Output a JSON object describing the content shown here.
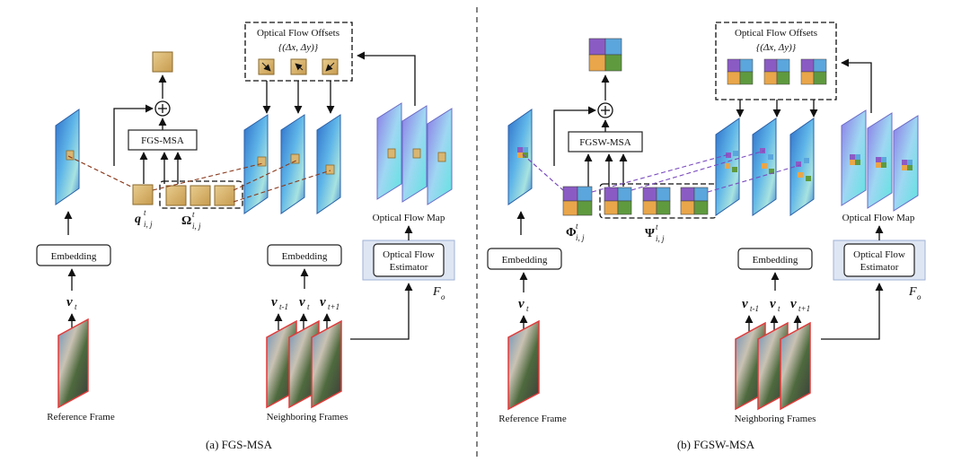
{
  "left": {
    "offsets_title": "Optical Flow Offsets",
    "offsets_formula": "{(Δx, Δy)}",
    "msa_label": "FGS-MSA",
    "embedding_ref": "Embedding",
    "embedding_nbr": "Embedding",
    "flow_map_label": "Optical Flow Map",
    "estimator_line1": "Optical Flow",
    "estimator_line2": "Estimator",
    "estimator_sym": "F",
    "estimator_sub": "o",
    "q_sym": "q",
    "q_sup": "t",
    "q_sub": "i, j",
    "omega_sym": "Ω",
    "omega_sup": "t",
    "omega_sub": "i, j",
    "v_ref": "v",
    "v_ref_sub": "t",
    "v_n1": "v",
    "v_n1_sub": "t-1",
    "v_n2": "v",
    "v_n2_sub": "t",
    "v_n3": "v",
    "v_n3_sub": "t+1",
    "ref_frame_label": "Reference Frame",
    "nbr_frame_label": "Neighboring Frames",
    "caption": "(a) FGS-MSA"
  },
  "right": {
    "offsets_title": "Optical Flow Offsets",
    "offsets_formula": "{(Δx, Δy)}",
    "msa_label": "FGSW-MSA",
    "embedding_ref": "Embedding",
    "embedding_nbr": "Embedding",
    "flow_map_label": "Optical Flow Map",
    "estimator_line1": "Optical Flow",
    "estimator_line2": "Estimator",
    "estimator_sym": "F",
    "estimator_sub": "o",
    "phi_sym": "Φ",
    "phi_sup": "t",
    "phi_sub": "i, j",
    "psi_sym": "Ψ",
    "psi_sup": "t",
    "psi_sub": "i, j",
    "v_ref": "v",
    "v_ref_sub": "t",
    "v_n1": "v",
    "v_n1_sub": "t-1",
    "v_n2": "v",
    "v_n2_sub": "t",
    "v_n3": "v",
    "v_n3_sub": "t+1",
    "ref_frame_label": "Reference Frame",
    "nbr_frame_label": "Neighboring Frames",
    "caption": "(b) FGSW-MSA"
  },
  "colors": {
    "patch": "#d9b772",
    "window_purple": "#8b5bc4",
    "window_blue": "#5ba6dc",
    "window_orange": "#e9a64a",
    "window_green": "#5f9a3f",
    "feature_blue": "#4a8fd8",
    "query_line": "#8b3a1c",
    "window_line": "#7a4bbf",
    "estimator_fill": "#dfe6f3"
  },
  "icons": [
    "plus-circle-icon",
    "arrow-icon"
  ]
}
